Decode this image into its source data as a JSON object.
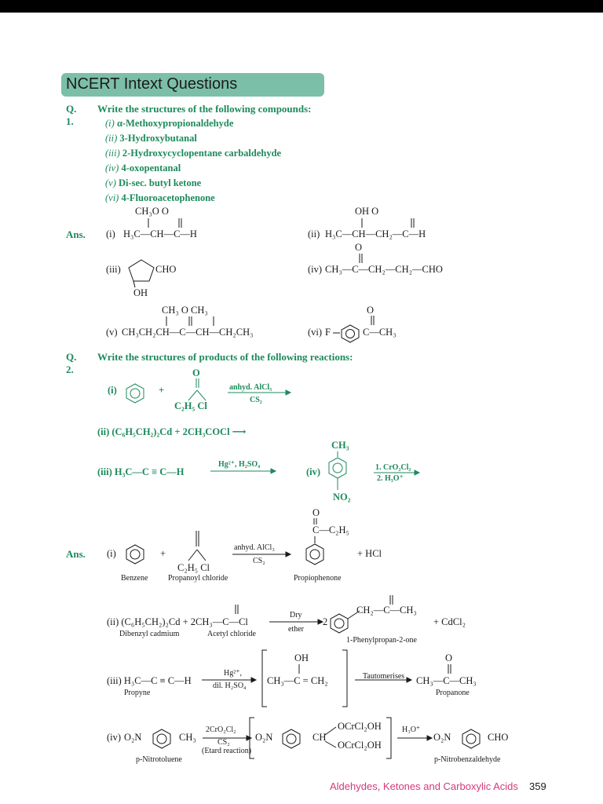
{
  "header": {
    "title": "NCERT Intext Questions"
  },
  "q1": {
    "num": "Q. 1.",
    "text": "Write the structures of the following compounds:",
    "items": [
      {
        "roman": "(i)",
        "text": "α-Methoxypropionaldehyde"
      },
      {
        "roman": "(ii)",
        "text": "3-Hydroxybutanal"
      },
      {
        "roman": "(iii)",
        "text": "2-Hydroxycyclopentane carbaldehyde"
      },
      {
        "roman": "(iv)",
        "text": "4-oxopentanal"
      },
      {
        "roman": "(v)",
        "text": "Di-sec. butyl ketone"
      },
      {
        "roman": "(vi)",
        "text": "4-Fluoroacetophenone"
      }
    ]
  },
  "ans_label": "Ans.",
  "a1": {
    "i": {
      "roman": "(i)",
      "top": "CH₃O     O",
      "main": "H₃C—CH—C—H"
    },
    "ii": {
      "roman": "(ii)",
      "top": "OH            O",
      "main": "H₃C—CH—CH₂—C—H"
    },
    "iii": {
      "roman": "(iii)",
      "sub1": "CHO",
      "sub2": "OH"
    },
    "iv": {
      "roman": "(iv)",
      "top": "O",
      "main": "CH₃—C—CH₂—CH₂—CHO"
    },
    "v": {
      "roman": "(v)",
      "top": "CH₃  O   CH₃",
      "main": "CH₃CH₂CH—C—CH—CH₂CH₃"
    },
    "vi": {
      "roman": "(vi)",
      "left": "F",
      "right": "C—CH₃",
      "top": "O"
    }
  },
  "q2": {
    "num": "Q. 2.",
    "text": "Write the structures of products of the following reactions:",
    "i": {
      "roman": "(i)",
      "reagent_top": "anhyd. AlCl₃",
      "reagent_bottom": "CS₂",
      "acyl_top": "O",
      "acyl_bottom": "C₂H₅  Cl"
    },
    "ii": {
      "text": "(ii) (C₆H₅CH₂)₂Cd + 2CH₃COCl ⟶"
    },
    "iii": {
      "text": "(iii) H₃C—C ≡ C—H",
      "reagent": "Hg²⁺, H₂SO₄"
    },
    "iv": {
      "roman": "(iv)",
      "top": "CH₃",
      "bottom": "NO₂",
      "reagent_top": "1. CrO₂Cl₂",
      "reagent_bottom": "2. H₃O⁺"
    }
  },
  "a2": {
    "i": {
      "roman": "(i)",
      "reagent_top": "anhyd. AlCl₃",
      "reagent_bottom": "CS₂",
      "product_top": "O",
      "product_chain": "C—C₂H₅",
      "plus_hcl": "+ HCl",
      "acyl_bottom": "C₂H₅  Cl",
      "captions": [
        "Benzene",
        "Propanoyl chloride",
        "Propiophenone"
      ]
    },
    "ii": {
      "lhs": "(ii) (C₆H₅CH₂)₂Cd + 2CH₃—C—Cl",
      "reagent_top": "Dry",
      "reagent_bottom": "ether",
      "coef": "2",
      "product": "CH₂—C—CH₃",
      "rhs": "+ CdCl₂",
      "captions": [
        "Dibenzyl cadmium",
        "Acetyl chloride",
        "1-Phenylpropan-2-one"
      ]
    },
    "iii": {
      "lhs": "(iii) H₃C—C ≡ C—H",
      "reagent_top": "Hg²⁺,",
      "reagent_bottom": "dil. H₂SO₄",
      "intermediate": "CH₃—C = CH₂",
      "intermediate_top": "OH",
      "taut": "Tautomerises",
      "product": "CH₃—C—CH₃",
      "product_top": "O",
      "captions": [
        "Propyne",
        "Propanone"
      ]
    },
    "iv": {
      "lhs_roman": "(iv)",
      "lhs_left": "O₂N",
      "lhs_right": "CH₃",
      "reagent_top": "2CrO₂Cl₂",
      "reagent_mid": "CS₂",
      "reagent_bottom": "(Etard reaction)",
      "inter_left": "O₂N",
      "inter_ch": "CH",
      "inter_top": "OCrCl₂OH",
      "inter_bottom": "OCrCl₂OH",
      "reagent2": "H₃O⁺",
      "prod_left": "O₂N",
      "prod_right": "CHO",
      "captions": [
        "p-Nitrotoluene",
        "p-Nitrobenzaldehyde"
      ]
    }
  },
  "footer": {
    "title": "Aldehydes, Ketones and Carboxylic Acids",
    "page": "359"
  }
}
